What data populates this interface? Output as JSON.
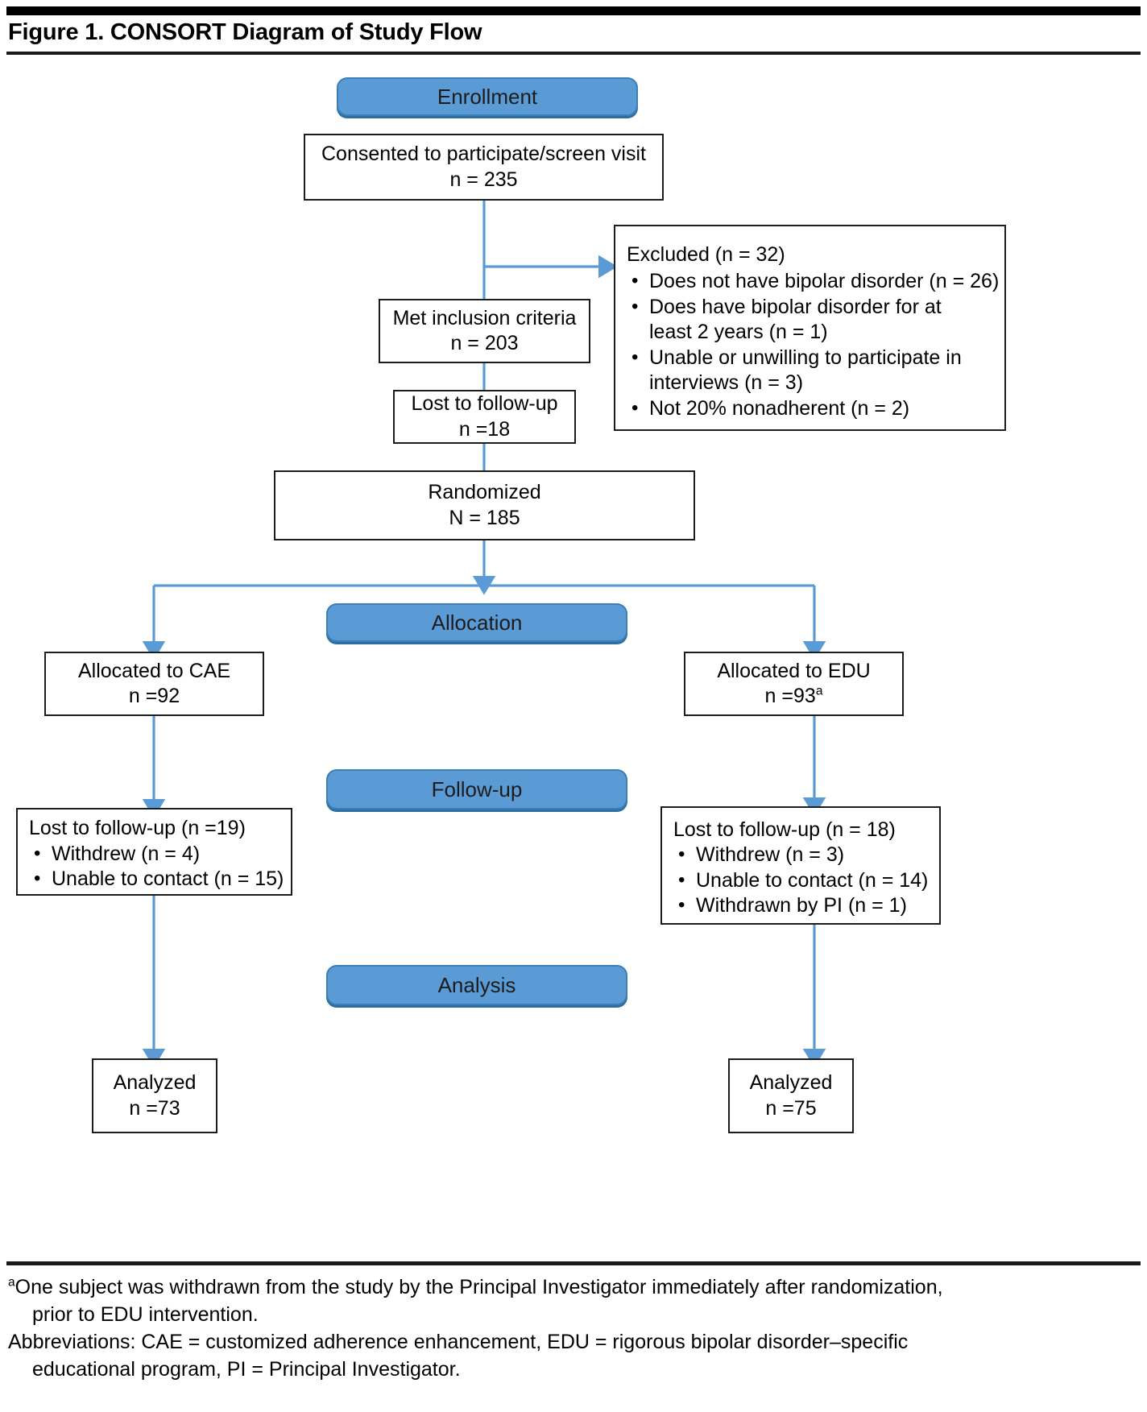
{
  "figure": {
    "title": "Figure 1. CONSORT Diagram of Study Flow"
  },
  "colors": {
    "banner_fill": "#5b9bd5",
    "banner_border": "#3a7fb8",
    "connector": "#5b9bd5",
    "box_border": "#1c1c1c",
    "text": "#000000"
  },
  "banners": {
    "enrollment": "Enrollment",
    "allocation": "Allocation",
    "followup": "Follow-up",
    "analysis": "Analysis"
  },
  "nodes": {
    "consented": {
      "line1": "Consented to participate/screen visit",
      "line2": "n = 235"
    },
    "excluded": {
      "heading": "Excluded (n = 32)",
      "bullets": [
        "Does not have bipolar disorder (n = 26)",
        "Does have bipolar disorder for at least 2 years (n = 1)",
        "Unable or unwilling to participate in interviews (n = 3)",
        "Not 20% nonadherent (n = 2)"
      ],
      "bullet_lines": [
        "Does not have bipolar disorder (n = 26)",
        "Does have bipolar disorder for at",
        "least 2 years (n = 1)",
        "Unable or unwilling to participate in",
        "interviews (n = 3)",
        "Not 20% nonadherent (n = 2)"
      ]
    },
    "met_inclusion": {
      "line1": "Met inclusion criteria",
      "line2": "n = 203"
    },
    "lost_prerandom": {
      "line1": "Lost to follow-up",
      "line2": "n =18"
    },
    "randomized": {
      "line1": "Randomized",
      "line2": "N = 185"
    },
    "alloc_cae": {
      "line1": "Allocated to CAE",
      "line2": "n =92"
    },
    "alloc_edu": {
      "line1": "Allocated to EDU",
      "line2_prefix": "n =93",
      "line2_superscript": "a"
    },
    "lost_cae": {
      "heading": "Lost to follow-up (n =19)",
      "bullets": [
        "Withdrew (n = 4)",
        "Unable to contact (n = 15)"
      ]
    },
    "lost_edu": {
      "heading": "Lost to follow-up (n = 18)",
      "bullets": [
        "Withdrew (n = 3)",
        "Unable to contact (n = 14)",
        "Withdrawn by PI (n = 1)"
      ]
    },
    "analyzed_cae": {
      "line1": "Analyzed",
      "line2": "n =73"
    },
    "analyzed_edu": {
      "line1": "Analyzed",
      "line2": "n =75"
    }
  },
  "footnotes": {
    "marker_a": "a",
    "note_a_line1": "One subject was withdrawn from the study by the Principal Investigator immediately after randomization,",
    "note_a_line2": "prior to EDU intervention.",
    "abbrev_line1": "Abbreviations: CAE = customized adherence enhancement, EDU = rigorous bipolar disorder–specific",
    "abbrev_line2": "educational program, PI = Principal Investigator."
  }
}
